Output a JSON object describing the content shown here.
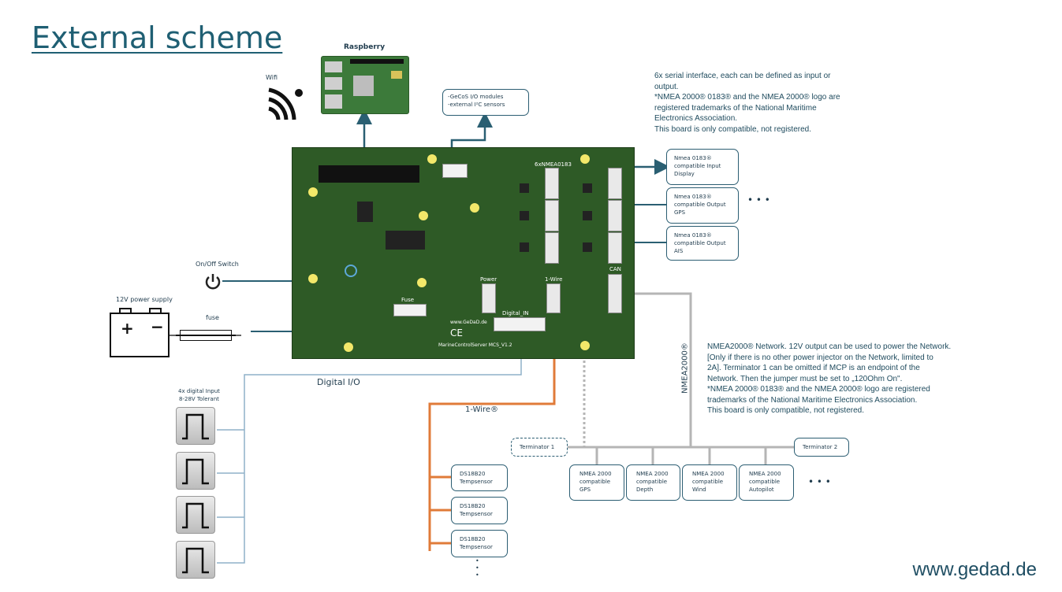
{
  "title": "External scheme",
  "labels": {
    "raspberry": "Raspberry",
    "wifi": "Wifi",
    "on_off": "On/Off Switch",
    "power_supply": "12V power supply",
    "fuse": "fuse",
    "digital_input": "4x digital Input\n8-28V Tolerant",
    "digital_io": "Digital I/O",
    "one_wire": "1-Wire®",
    "nmea2000_axis": "NMEA2000®",
    "terminator1": "Terminator 1",
    "terminator2": "Terminator 2",
    "dots": "• • •",
    "vdots": "•\n•\n•"
  },
  "gecos_box": "-GeCoS I/O modules\n-external I²C sensors",
  "nmea0183_boxes": [
    "Nmea 0183®\ncompatible Input\nDisplay",
    "Nmea 0183®\ncompatible Output\nGPS",
    "Nmea 0183®\ncompatible Output\nAIS"
  ],
  "nmea2000_boxes": [
    "NMEA 2000\ncompatible\nGPS",
    "NMEA 2000\ncompatible\nDepth",
    "NMEA 2000\ncompatible\nWind",
    "NMEA 2000\ncompatible\nAutopilot"
  ],
  "ds_boxes": [
    "DS18B20\nTempsensor",
    "DS18B20\nTempsensor",
    "DS18B20\nTempsensor"
  ],
  "serial_note": "6x serial interface, each can be defined as input or\noutput.\n*NMEA 2000® 0183® and the NMEA 2000® logo are\nregistered trademarks of the National Maritime\nElectronics Association.\nThis board is only compatible, not registered.",
  "network_note": "NMEA2000® Network. 12V output can be used to power the Network.\n[Only if there is no other power injector on the Network, limited to\n2A]. Terminator 1 can be omitted if MCP is an endpoint of the\nNetwork. Then the jumper must be set to „120Ohm On\".\n*NMEA 2000® 0183® and the NMEA 2000® logo are registered\ntrademarks of the National Maritime Electronics Association.\nThis board is only compatible, not registered.",
  "pcb": {
    "header": "6xNMEA0183",
    "power": "Power",
    "onewire": "1-Wire",
    "can": "CAN",
    "fuse": "Fuse",
    "digital": "Digital_IN",
    "url": "www.GeDaD.de",
    "board_name": "MarineControlServer MCS_V1.2",
    "ce": "CE"
  },
  "website": "www.gedad.de",
  "colors": {
    "teal": "#2a5f72",
    "orange": "#e07b39",
    "gray": "#b5b5b5",
    "pcb": "#2e5a26"
  }
}
